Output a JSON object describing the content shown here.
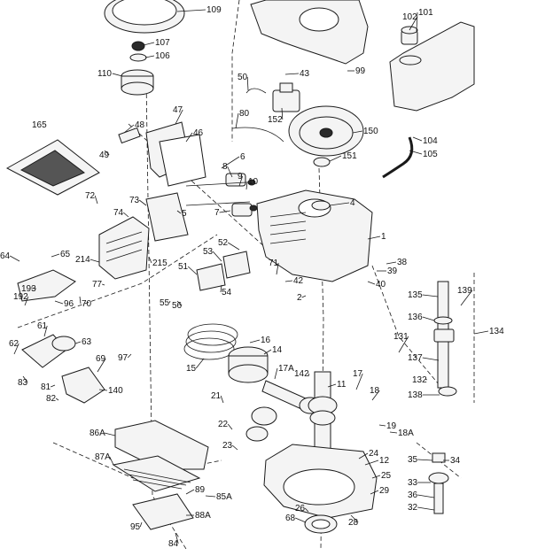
{
  "diagram": {
    "type": "exploded-parts-view",
    "callouts": [
      "109",
      "107",
      "106",
      "110",
      "102",
      "101",
      "43",
      "99",
      "50",
      "152",
      "48",
      "47",
      "165",
      "80",
      "46",
      "150",
      "104",
      "105",
      "151",
      "6",
      "8",
      "9",
      "10",
      "49",
      "4",
      "72",
      "74",
      "73",
      "7",
      "5",
      "1",
      "52",
      "53",
      "65",
      "64",
      "214",
      "215",
      "51",
      "54",
      "71",
      "42",
      "2",
      "38",
      "39",
      "40",
      "193",
      "192",
      "96",
      "70",
      "77",
      "55",
      "56",
      "135",
      "139",
      "136",
      "134",
      "62",
      "61",
      "63",
      "97",
      "16",
      "14",
      "15",
      "131",
      "83",
      "81",
      "69",
      "140",
      "142",
      "17A",
      "11",
      "137",
      "132",
      "17",
      "18",
      "82",
      "21",
      "22",
      "19",
      "18A",
      "138",
      "86A",
      "87A",
      "23",
      "24",
      "12",
      "35",
      "34",
      "25",
      "33",
      "89",
      "85A",
      "29",
      "36",
      "26",
      "68",
      "88A",
      "95",
      "28",
      "32",
      "84"
    ]
  }
}
